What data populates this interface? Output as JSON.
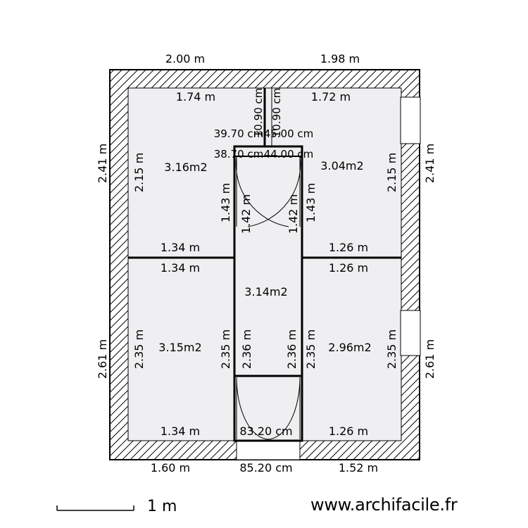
{
  "plan": {
    "top_dims": [
      "2.00 m",
      "1.98 m"
    ],
    "bottom_dims": [
      "1.60 m",
      "85.20 cm",
      "1.52 m"
    ],
    "left_dims": [
      "2.41 m",
      "2.61 m"
    ],
    "right_dims": [
      "2.41 m",
      "2.61 m"
    ],
    "rooms": [
      {
        "area": "3.16m2",
        "top_width": "1.74 m",
        "bottom_width": "1.34 m",
        "left_height": "2.15 m",
        "right_height": "1.43 m"
      },
      {
        "area": "3.04m2",
        "top_width": "1.72 m",
        "bottom_width": "1.26 m",
        "left_height": "1.43 m",
        "right_height": "2.15 m"
      },
      {
        "area": "3.15m2",
        "top_width": "1.34 m",
        "bottom_width": "1.34 m",
        "left_height": "2.35 m",
        "right_height": "2.35 m"
      },
      {
        "area": "2.96m2",
        "top_width": "1.26 m",
        "bottom_width": "1.26 m",
        "left_height": "2.35 m",
        "right_height": "2.35 m"
      },
      {
        "area": "3.14m2",
        "top_width": "83.20 cm",
        "left_height": "2.36 m",
        "right_height": "2.36 m"
      }
    ],
    "closet": {
      "width_outer": "39.70 cm",
      "width_inner": "38.70 cm",
      "width_outer_2": "45.00 cm",
      "width_inner_2": "44.00 cm",
      "height_left": "1.42 m",
      "height_right": "1.42 m",
      "vertical_1": "10.90 cm",
      "vertical_2": "10.90 cm"
    },
    "wall_color": "#000000",
    "floor_color": "#efeff1"
  },
  "scale": {
    "label": "1 m"
  },
  "brand": {
    "text": "www.archifacile.fr"
  }
}
